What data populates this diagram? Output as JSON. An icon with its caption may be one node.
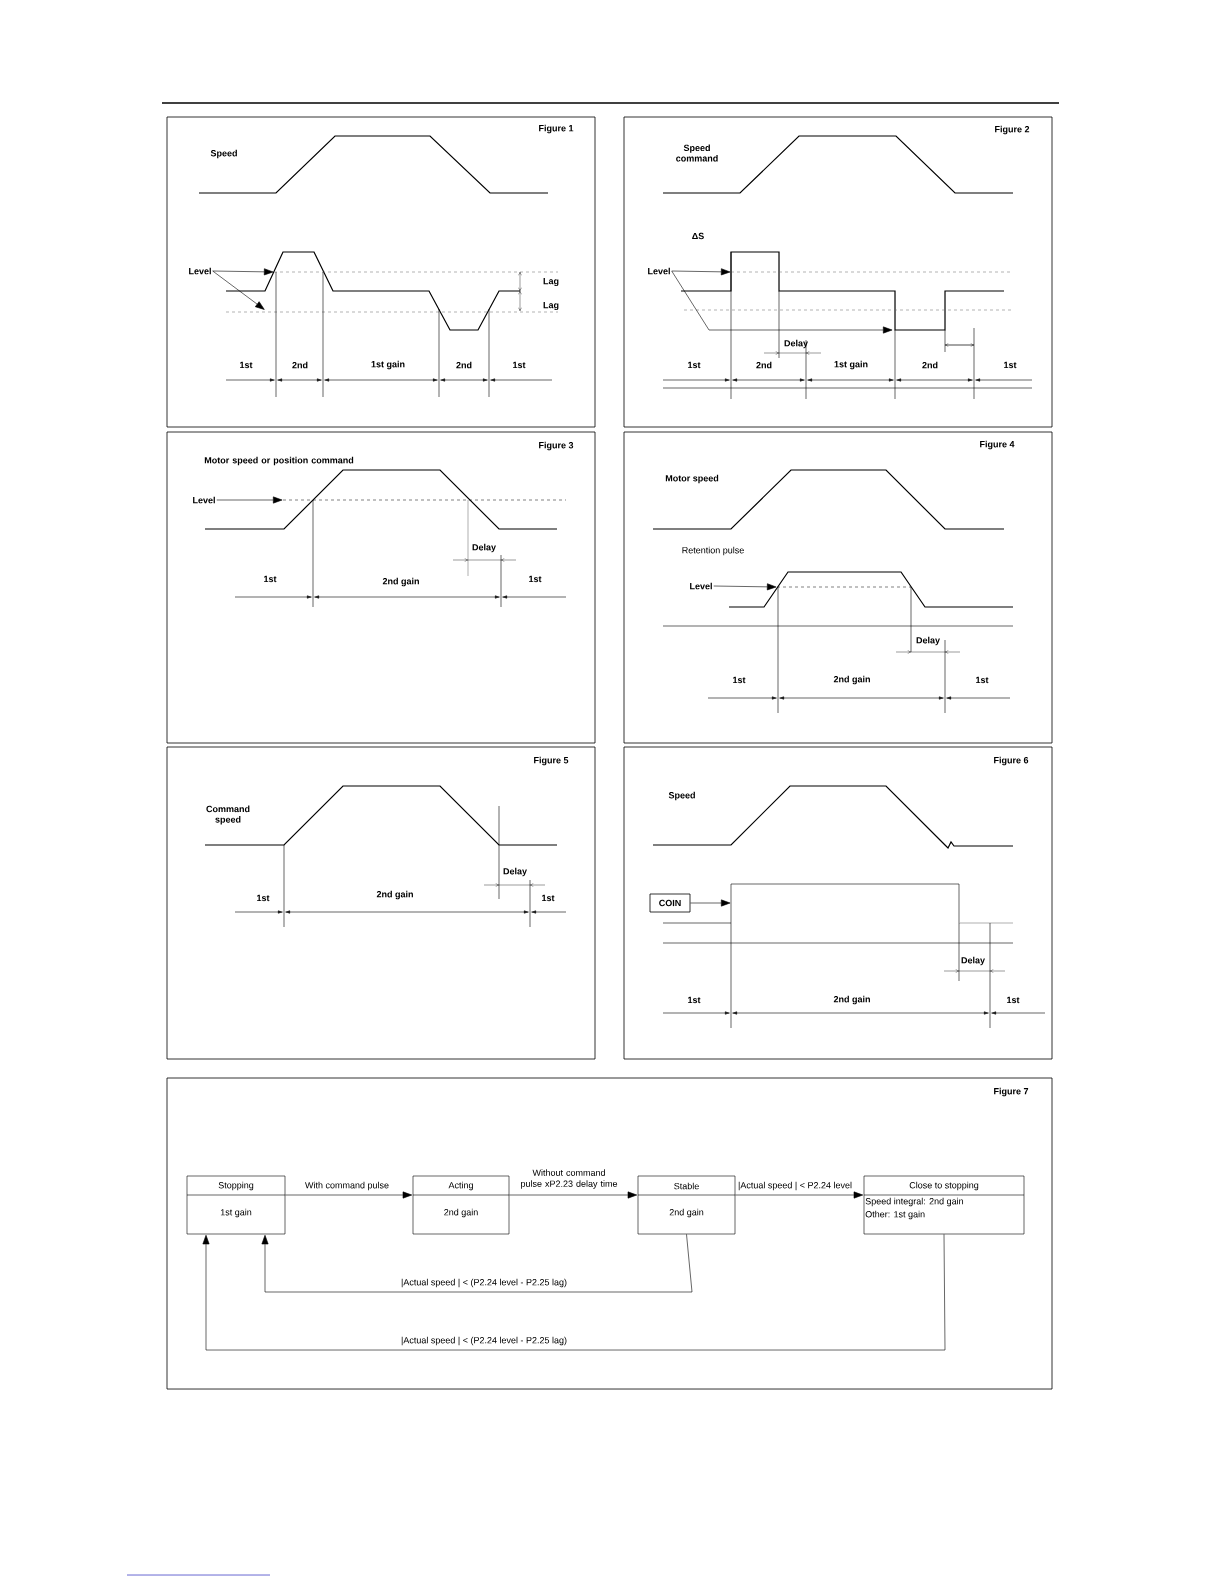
{
  "diagram": {
    "nodes": [
      {
        "text": [
          "Figure 1"
        ]
      },
      {
        "text": [
          "Level"
        ],
        "in": 0
      },
      {
        "text": [
          "Figure 2"
        ]
      },
      {
        "text": [
          "Level"
        ],
        "in": 2
      },
      {
        "text": [
          "Figure 3"
        ]
      },
      {
        "text": [
          "Level"
        ],
        "in": 4
      },
      {
        "text": [
          "Figure 4"
        ]
      },
      {
        "text": [
          "Level"
        ],
        "in": 6
      },
      {
        "text": [
          "Figure 5"
        ]
      },
      {
        "text": [
          "Figure 6"
        ]
      },
      {
        "text": [
          "COIN"
        ],
        "in": 9
      },
      {
        "text": [
          "Figure 7"
        ]
      },
      {
        "text": [
          "Stopping",
          "1st gain"
        ],
        "in": 11
      },
      {
        "text": [
          "Acting",
          "2nd gain"
        ],
        "in": 11
      },
      {
        "text": [
          "Stable",
          "2nd gain"
        ],
        "in": 11
      },
      {
        "text": [
          "Close to stopping",
          "Speed integral: 2nd gain",
          "Other: 1st gain"
        ],
        "in": 11
      }
    ],
    "edges": [
      {
        "from": 1,
        "to": null,
        "arrow": "to"
      },
      {
        "from": 1,
        "to": null,
        "arrow": "to"
      },
      {
        "from": 3,
        "to": null,
        "arrow": "to"
      },
      {
        "from": 3,
        "to": null,
        "arrow": "to"
      },
      {
        "from": 5,
        "to": null,
        "arrow": "to"
      },
      {
        "from": 7,
        "to": null,
        "arrow": "to"
      },
      {
        "from": 10,
        "to": null,
        "arrow": "to"
      },
      {
        "from": 12,
        "to": 13,
        "arrow": "to",
        "label": "With command pulse"
      },
      {
        "from": 13,
        "to": 14,
        "arrow": "to",
        "label": "Without command pulse xP2.23 delay time"
      },
      {
        "from": 14,
        "to": 15,
        "arrow": "to",
        "label": "|Actual speed | < P2.24 level"
      },
      {
        "from": 14,
        "to": 12,
        "arrow": "to",
        "label": "|Actual speed | < (P2.24 level - P2.25 lag)"
      },
      {
        "from": 15,
        "to": 12,
        "arrow": "to",
        "label": "|Actual speed | < (P2.24 level - P2.25 lag)"
      }
    ],
    "labels": [
      "Speed",
      "Lag",
      "Lag",
      "1st",
      "2nd",
      "1st gain",
      "2nd",
      "1st",
      "Speed command",
      "ΔS",
      "Delay",
      "1st",
      "2nd",
      "1st gain",
      "2nd",
      "1st",
      "Motor speed or position command",
      "Delay",
      "1st",
      "2nd gain",
      "1st",
      "Motor speed",
      "Retention pulse",
      "Delay",
      "1st",
      "2nd gain",
      "1st",
      "Command speed",
      "Delay",
      "1st",
      "2nd gain",
      "1st",
      "Speed",
      "Delay",
      "1st",
      "2nd gain",
      "1st"
    ]
  }
}
